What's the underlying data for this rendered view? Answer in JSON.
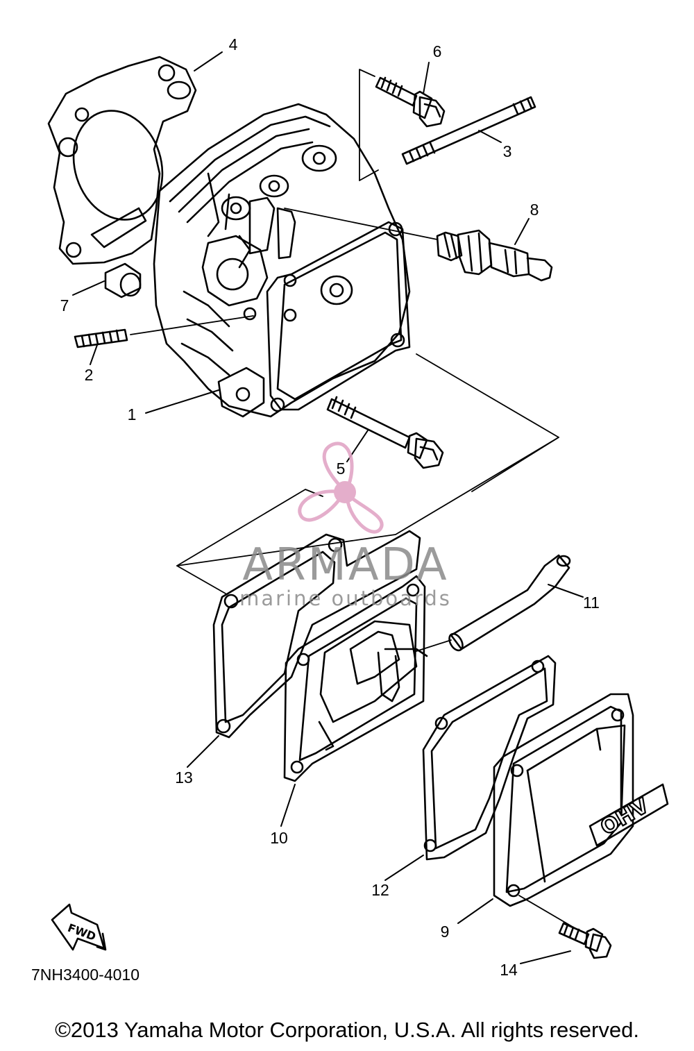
{
  "diagram": {
    "parts": [
      {
        "number": "1"
      },
      {
        "number": "2"
      },
      {
        "number": "3"
      },
      {
        "number": "4"
      },
      {
        "number": "5"
      },
      {
        "number": "6"
      },
      {
        "number": "7"
      },
      {
        "number": "8"
      },
      {
        "number": "9"
      },
      {
        "number": "10"
      },
      {
        "number": "11"
      },
      {
        "number": "12"
      },
      {
        "number": "13"
      },
      {
        "number": "14"
      }
    ],
    "cover_marking": "OHV",
    "direction_marker": "FWD",
    "drawing_code": "7NH3400-4010"
  },
  "watermark": {
    "brand": "ARMADA",
    "tagline": "marine outboards",
    "brand_color": "#8a8a8a",
    "logo_color": "#e2a6c6"
  },
  "footer": {
    "copyright": "©2013 Yamaha Motor Corporation, U.S.A. All rights reserved."
  }
}
